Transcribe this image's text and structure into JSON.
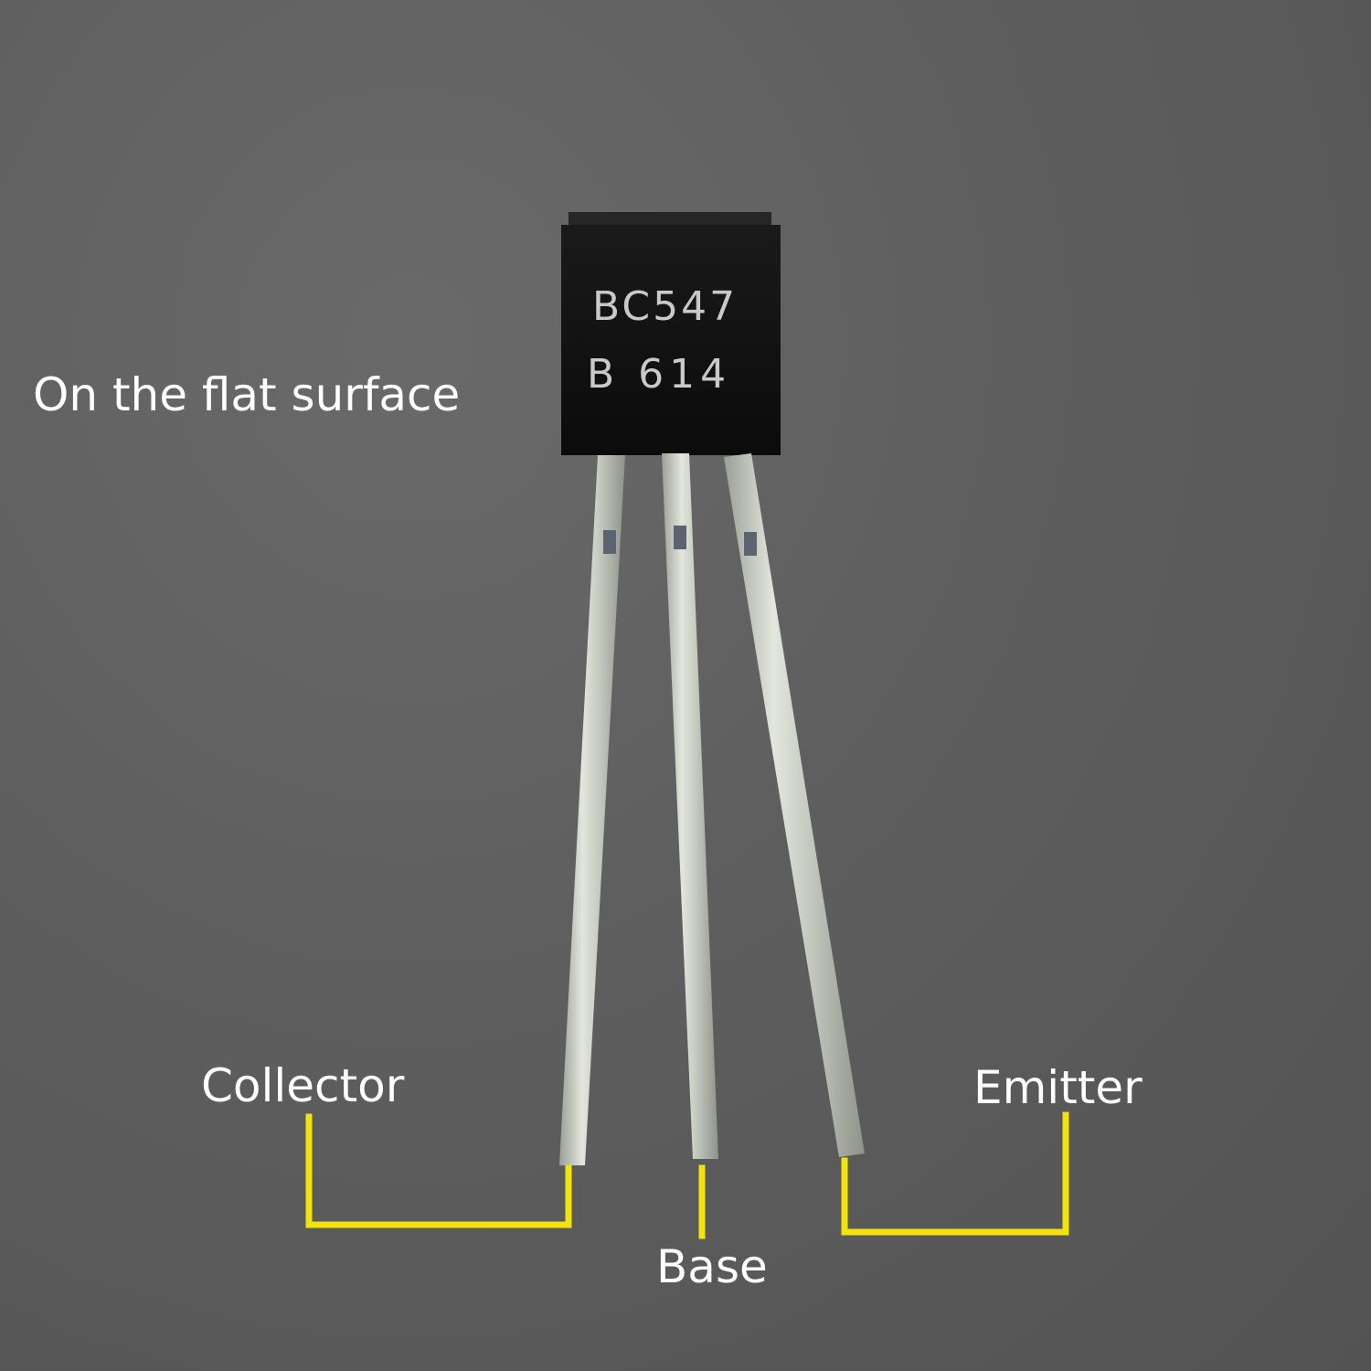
{
  "image": {
    "subject": "BC547 NPN transistor with labeled leads",
    "background_color": "#5d5d5d",
    "bracket_color": "#f2e20e",
    "label_color": "#ffffff"
  },
  "component": {
    "marking_line_1": "BC547",
    "marking_line_2": "B 614"
  },
  "captions": {
    "flat_surface": "On the flat surface"
  },
  "pins": {
    "collector": "Collector",
    "base": "Base",
    "emitter": "Emitter"
  }
}
